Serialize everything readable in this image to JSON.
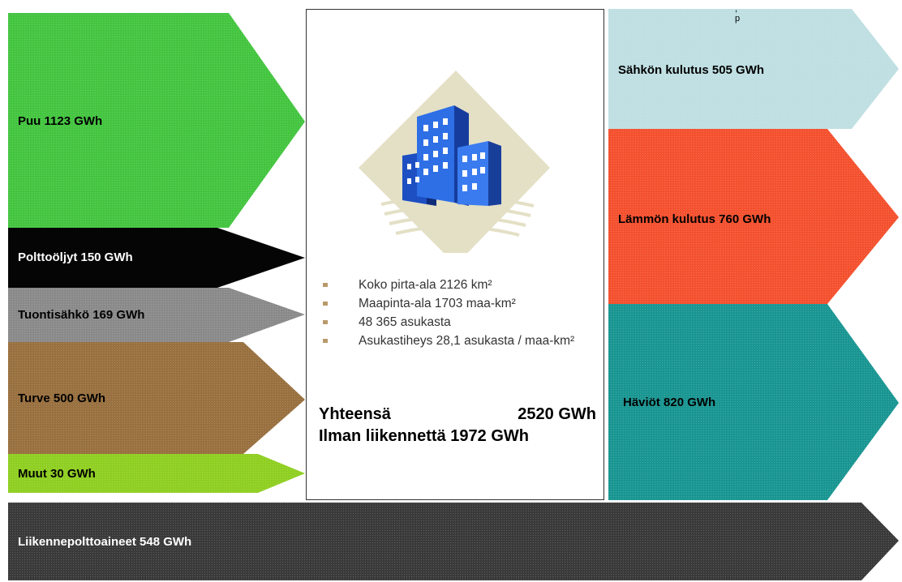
{
  "inputs": [
    {
      "label": "Puu 1123 GWh",
      "color": "#44c540"
    },
    {
      "label": "Polttoöljyt 150 GWh",
      "color": "#050505"
    },
    {
      "label": "Tuontisähkö 169 GWh",
      "color": "#8a8a8a"
    },
    {
      "label": "Turve 500 GWh",
      "color": "#99703f"
    },
    {
      "label": "Muut 30 GWh",
      "color": "#8fcf22"
    }
  ],
  "outputs": [
    {
      "label": "Sähkön kulutus 505 GWh",
      "color": "#bfdfe2"
    },
    {
      "label": "Lämmön kulutus 760 GWh",
      "color": "#f4512f"
    },
    {
      "label": "Häviöt 820 GWh",
      "color": "#1a9692"
    }
  ],
  "transport": {
    "label": "Liikennepolttoaineet 548 GWh",
    "color": "#3a3a3a"
  },
  "center": {
    "stats": [
      "Koko pirta-ala 2126 km²",
      "Maapinta-ala 1703 maa-km²",
      "48 365 asukasta",
      "Asukastiheys 28,1 asukasta / maa-km²"
    ],
    "total_label": "Yhteensä",
    "total_value": "2520 GWh",
    "excl_label": "Ilman liikennettä 1972 GWh",
    "top_fragment": ", p"
  },
  "colors": {
    "building_blue": "#2e6fe6",
    "diamond": "#e4e0c6"
  }
}
